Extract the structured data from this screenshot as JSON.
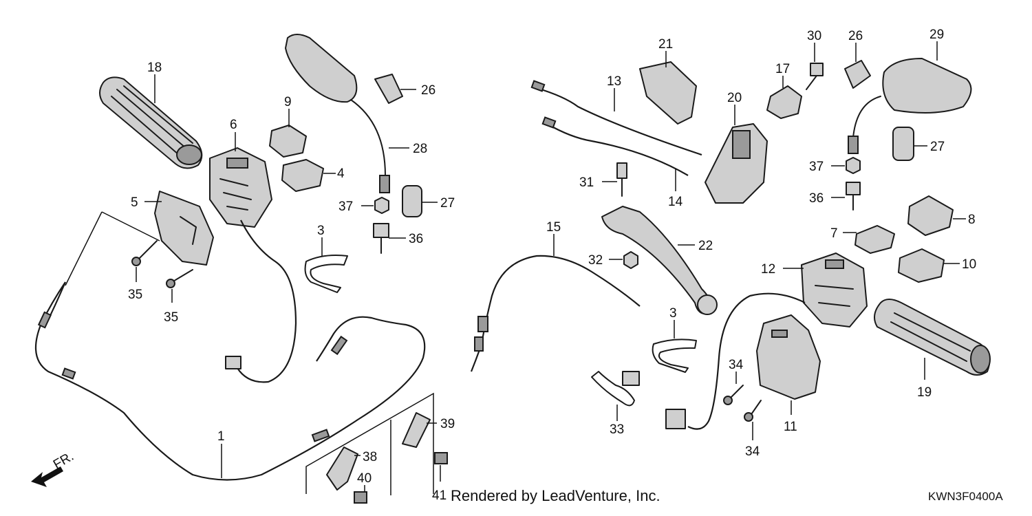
{
  "credit": "Rendered by LeadVenture, Inc.",
  "diagram_code": "KWN3F0400A",
  "direction_label": "FR.",
  "callouts": {
    "c18": "18",
    "c6": "6",
    "c9": "9",
    "c4": "4",
    "c5": "5",
    "c35a": "35",
    "c35b": "35",
    "c26a": "26",
    "c28": "28",
    "c37a": "37",
    "c27a": "27",
    "c36a": "36",
    "c3a": "3",
    "c1": "1",
    "c38": "38",
    "c40": "40",
    "c39": "39",
    "c41": "41",
    "c21": "21",
    "c13": "13",
    "c14": "14",
    "c31": "31",
    "c15": "15",
    "c22": "22",
    "c32": "32",
    "c17": "17",
    "c20": "20",
    "c30": "30",
    "c26b": "26",
    "c29": "29",
    "c27b": "27",
    "c37b": "37",
    "c36b": "36",
    "c8": "8",
    "c7": "7",
    "c12": "12",
    "c10": "10",
    "c3b": "3",
    "c33": "33",
    "c34a": "34",
    "c34b": "34",
    "c11": "11",
    "c19": "19"
  }
}
